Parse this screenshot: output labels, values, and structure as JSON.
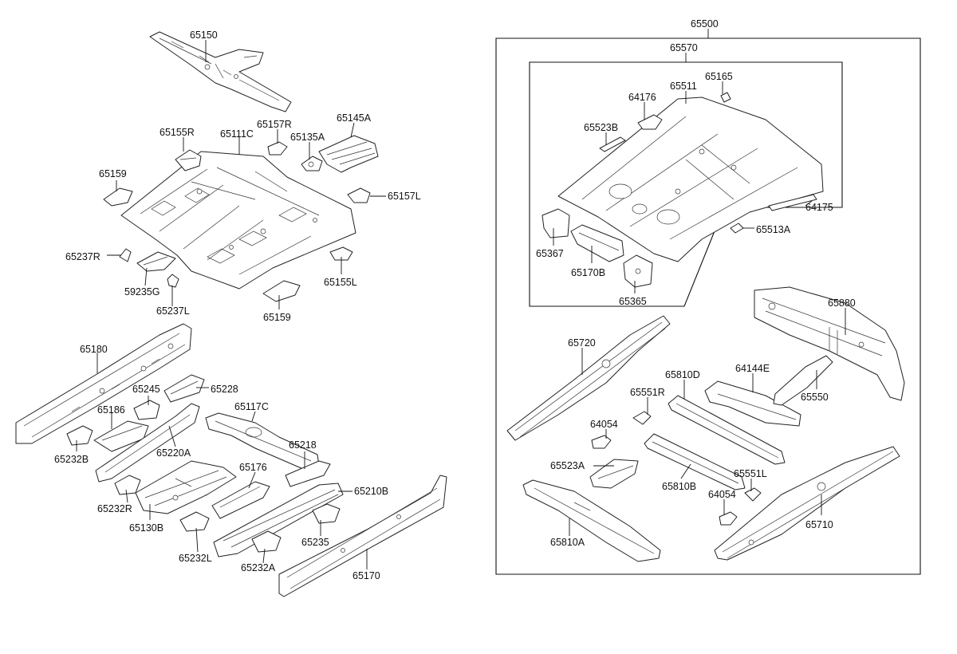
{
  "diagram": {
    "type": "exploded-parts-diagram",
    "part_labels": {
      "p65150": "65150",
      "p65155R": "65155R",
      "p65111C": "65111C",
      "p65157R": "65157R",
      "p65145A": "65145A",
      "p65135A": "65135A",
      "p65159a": "65159",
      "p65157L": "65157L",
      "p65237R": "65237R",
      "p59235G": "59235G",
      "p65237L": "65237L",
      "p65155L": "65155L",
      "p65159b": "65159",
      "p65180": "65180",
      "p65245": "65245",
      "p65228": "65228",
      "p65186": "65186",
      "p65117C": "65117C",
      "p65232B": "65232B",
      "p65220A": "65220A",
      "p65218": "65218",
      "p65176": "65176",
      "p65210B": "65210B",
      "p65232R": "65232R",
      "p65130B": "65130B",
      "p65235": "65235",
      "p65232L": "65232L",
      "p65232A": "65232A",
      "p65170": "65170",
      "p65500": "65500",
      "p65570": "65570",
      "p65165": "65165",
      "p65511": "65511",
      "p64176": "64176",
      "p65523B": "65523B",
      "p64175": "64175",
      "p65513A": "65513A",
      "p65367": "65367",
      "p65170B": "65170B",
      "p65365": "65365",
      "p65880": "65880",
      "p65720": "65720",
      "p65810D": "65810D",
      "p64144E": "64144E",
      "p65551R": "65551R",
      "p65550": "65550",
      "p64054a": "64054",
      "p65523A": "65523A",
      "p65810B": "65810B",
      "p65551L": "65551L",
      "p64054b": "64054",
      "p65710": "65710",
      "p65810A": "65810A"
    }
  }
}
